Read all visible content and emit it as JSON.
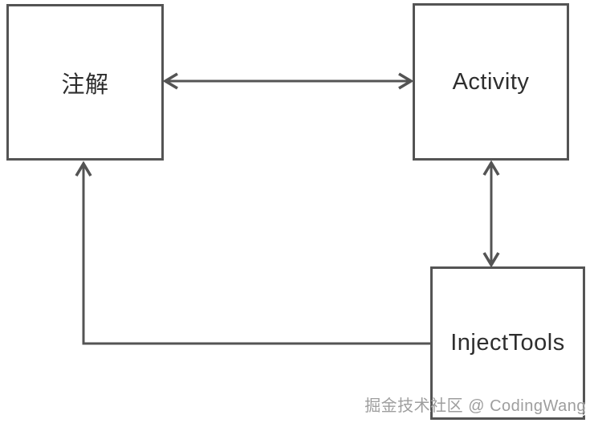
{
  "diagram": {
    "nodes": [
      {
        "id": "annotation",
        "label": "注解"
      },
      {
        "id": "activity",
        "label": "Activity"
      },
      {
        "id": "injecttools",
        "label": "InjectTools"
      }
    ],
    "edges": [
      {
        "from": "annotation",
        "to": "activity",
        "direction": "bidirectional",
        "style": "straight-horizontal"
      },
      {
        "from": "activity",
        "to": "injecttools",
        "direction": "bidirectional",
        "style": "straight-vertical"
      },
      {
        "from": "injecttools",
        "to": "annotation",
        "direction": "one-way",
        "style": "left-then-up-elbow"
      }
    ],
    "colors": {
      "background": "#ffffff",
      "box_border": "#545454",
      "edge_line": "#545454",
      "node_text": "#2e2e2e",
      "watermark_text": "#9e9e9e"
    }
  },
  "watermark": {
    "text": "掘金技术社区 @ CodingWang"
  }
}
